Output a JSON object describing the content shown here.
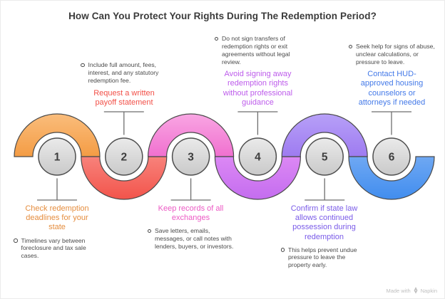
{
  "title": "How Can You Protect Your Rights During The Redemption Period?",
  "steps": [
    {
      "number": "1",
      "placement": "bottom",
      "heading": "Check redemption deadlines for your state",
      "bullet": "Timelines vary between foreclosure and tax sale cases.",
      "accent_color": "#E58D3E",
      "arc_direction": "up",
      "arc_gradient": [
        "#FABD7C",
        "#F49C44"
      ]
    },
    {
      "number": "2",
      "placement": "top",
      "heading": "Request a written payoff statement",
      "bullet": "Include full amount, fees, interest, and any statutory redemption fee.",
      "accent_color": "#F25048",
      "arc_direction": "down",
      "arc_gradient": [
        "#F8827B",
        "#F2544B"
      ]
    },
    {
      "number": "3",
      "placement": "bottom",
      "heading": "Keep records of all exchanges",
      "bullet": "Save letters, emails, messages, or call notes with lenders, buyers, or investors.",
      "accent_color": "#EC5AC4",
      "arc_direction": "up",
      "arc_gradient": [
        "#F9A6E3",
        "#F070CF"
      ]
    },
    {
      "number": "4",
      "placement": "top",
      "heading": "Avoid signing away redemption rights without professional guidance",
      "bullet": "Do not sign transfers of redemption rights or exit agreements without legal review.",
      "accent_color": "#BD5BEB",
      "arc_direction": "down",
      "arc_gradient": [
        "#DC88F4",
        "#C46DEF"
      ]
    },
    {
      "number": "5",
      "placement": "bottom",
      "heading": "Confirm if state law allows continued possession during redemption",
      "bullet": "This helps prevent undue pressure to leave the property early.",
      "accent_color": "#7A5BE8",
      "arc_direction": "up",
      "arc_gradient": [
        "#B7A0F8",
        "#9E7BF0"
      ]
    },
    {
      "number": "6",
      "placement": "top",
      "heading": "Contact HUD-approved housing counselors or attorneys if needed",
      "bullet": "Seek help for signs of abuse, unclear calculations, or pressure to leave.",
      "accent_color": "#4379E8",
      "arc_direction": "down",
      "arc_gradient": [
        "#6FA8F3",
        "#418DEE"
      ]
    }
  ],
  "circle": {
    "fill_top": "#EAEAEA",
    "fill_bottom": "#C9C9C9",
    "border": "#4E4E4E",
    "number_color": "#3E3E3E"
  },
  "footer": {
    "made_with_label": "Made with",
    "brand": "Napkin",
    "icon": "pen-nib-icon"
  }
}
